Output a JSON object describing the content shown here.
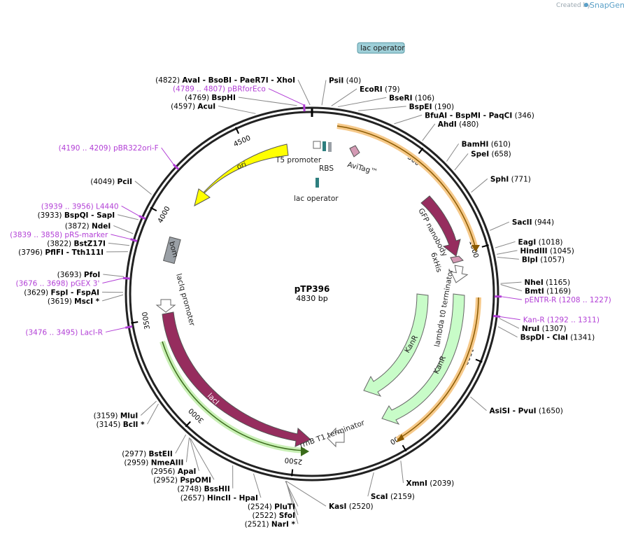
{
  "header": {
    "created_by": "Created by",
    "brand": "SnapGene"
  },
  "plasmid": {
    "name": "pTP396",
    "size_label": "4830 bp",
    "length": 4830
  },
  "colors": {
    "backbone": "#222222",
    "ori": "#ffff00",
    "lacI": "#962d5e",
    "kanR": "#c8fcc8",
    "orange": "#f0a040",
    "primer": "#b23fd6",
    "lac_operator": "#2e7f7f",
    "lac_operator_box": "#9ecfd8",
    "bom": "#999999"
  },
  "ticks": [
    {
      "bp": 500,
      "label": "500"
    },
    {
      "bp": 1000,
      "label": "1000"
    },
    {
      "bp": 1500,
      "label": "1500"
    },
    {
      "bp": 2000,
      "label": "2000"
    },
    {
      "bp": 2500,
      "label": "2500"
    },
    {
      "bp": 3000,
      "label": "3000"
    },
    {
      "bp": 3500,
      "label": "3500"
    },
    {
      "bp": 4000,
      "label": "4000"
    },
    {
      "bp": 4500,
      "label": "4500"
    }
  ],
  "enzymes": [
    {
      "pos": "(4822)",
      "name": "AvaI  - BsoBI  - PaeR7I  - XhoI",
      "bp": 4822,
      "side": "left"
    },
    {
      "pos": "(4769)",
      "name": "BspHI",
      "bp": 4769,
      "side": "left"
    },
    {
      "pos": "(4597)",
      "name": "AcuI",
      "bp": 4597,
      "side": "left"
    },
    {
      "pos": "(40)",
      "name": "PsiI",
      "bp": 40,
      "side": "right"
    },
    {
      "pos": "(79)",
      "name": "EcoRI",
      "bp": 79,
      "side": "right"
    },
    {
      "pos": "(106)",
      "name": "BseRI",
      "bp": 106,
      "side": "right"
    },
    {
      "pos": "(190)",
      "name": "BspEI",
      "bp": 190,
      "side": "right"
    },
    {
      "pos": "(346)",
      "name": "BfuAI  - BspMI  - PaqCI",
      "bp": 346,
      "side": "right"
    },
    {
      "pos": "(480)",
      "name": "AhdI",
      "bp": 480,
      "side": "right"
    },
    {
      "pos": "(610)",
      "name": "BamHI",
      "bp": 610,
      "side": "right"
    },
    {
      "pos": "(658)",
      "name": "SpeI",
      "bp": 658,
      "side": "right"
    },
    {
      "pos": "(771)",
      "name": "SphI",
      "bp": 771,
      "side": "right"
    },
    {
      "pos": "(944)",
      "name": "SacII",
      "bp": 944,
      "side": "right"
    },
    {
      "pos": "(1018)",
      "name": "EagI",
      "bp": 1018,
      "side": "right"
    },
    {
      "pos": "(1045)",
      "name": "HindIII",
      "bp": 1045,
      "side": "right"
    },
    {
      "pos": "(1057)",
      "name": "BlpI",
      "bp": 1057,
      "side": "right"
    },
    {
      "pos": "(1165)",
      "name": "NheI",
      "bp": 1165,
      "side": "right"
    },
    {
      "pos": "(1169)",
      "name": "BmtI",
      "bp": 1169,
      "side": "right"
    },
    {
      "pos": "(1307)",
      "name": "NruI",
      "bp": 1307,
      "side": "right"
    },
    {
      "pos": "(1341)",
      "name": "BspDI  - ClaI",
      "bp": 1341,
      "side": "right"
    },
    {
      "pos": "(1650)",
      "name": "AsiSI  - PvuI",
      "bp": 1650,
      "side": "right"
    },
    {
      "pos": "(2039)",
      "name": "XmnI",
      "bp": 2039,
      "side": "right"
    },
    {
      "pos": "(2159)",
      "name": "ScaI",
      "bp": 2159,
      "side": "right"
    },
    {
      "pos": "(2520)",
      "name": "KasI",
      "bp": 2520,
      "side": "right"
    },
    {
      "pos": "(2521)",
      "name": "NarI *",
      "bp": 2521,
      "side": "left"
    },
    {
      "pos": "(2522)",
      "name": "SfoI",
      "bp": 2522,
      "side": "left"
    },
    {
      "pos": "(2524)",
      "name": "PluTI",
      "bp": 2524,
      "side": "left"
    },
    {
      "pos": "(2657)",
      "name": "HincII  - HpaI",
      "bp": 2657,
      "side": "left"
    },
    {
      "pos": "(2748)",
      "name": "BssHII",
      "bp": 2748,
      "side": "left"
    },
    {
      "pos": "(2952)",
      "name": "PspOMI",
      "bp": 2952,
      "side": "left"
    },
    {
      "pos": "(2956)",
      "name": "ApaI",
      "bp": 2956,
      "side": "left"
    },
    {
      "pos": "(2959)",
      "name": "NmeAIII",
      "bp": 2959,
      "side": "left"
    },
    {
      "pos": "(2977)",
      "name": "BstEII",
      "bp": 2977,
      "side": "left"
    },
    {
      "pos": "(3145)",
      "name": "BclI *",
      "bp": 3145,
      "side": "left"
    },
    {
      "pos": "(3159)",
      "name": "MluI",
      "bp": 3159,
      "side": "left"
    },
    {
      "pos": "(3619)",
      "name": "MscI *",
      "bp": 3619,
      "side": "left"
    },
    {
      "pos": "(3629)",
      "name": "FspI  - FspAI",
      "bp": 3629,
      "side": "left"
    },
    {
      "pos": "(3693)",
      "name": "PfoI",
      "bp": 3693,
      "side": "left"
    },
    {
      "pos": "(3796)",
      "name": "PflFI  - Tth111I",
      "bp": 3796,
      "side": "left"
    },
    {
      "pos": "(3822)",
      "name": "BstZ17I",
      "bp": 3822,
      "side": "left"
    },
    {
      "pos": "(3872)",
      "name": "NdeI",
      "bp": 3872,
      "side": "left"
    },
    {
      "pos": "(3933)",
      "name": "BspQI  - SapI",
      "bp": 3933,
      "side": "left"
    },
    {
      "pos": "(4049)",
      "name": "PciI",
      "bp": 4049,
      "side": "left"
    }
  ],
  "primers": [
    {
      "range": "(4789 .. 4807)",
      "name": "pBRforEco",
      "bp": 4798,
      "side": "left"
    },
    {
      "range": "(4190 .. 4209)",
      "name": "pBR322ori-F",
      "bp": 4200,
      "side": "left"
    },
    {
      "range": "(3939 .. 3956)",
      "name": "L4440",
      "bp": 3948,
      "side": "left"
    },
    {
      "range": "(3839 .. 3858)",
      "name": "pRS-marker",
      "bp": 3848,
      "side": "left"
    },
    {
      "range": "(3676 .. 3698)",
      "name": "pGEX 3'",
      "bp": 3687,
      "side": "left"
    },
    {
      "range": "(3476 .. 3495)",
      "name": "LacI-R",
      "bp": 3485,
      "side": "left"
    },
    {
      "range": "(1208 .. 1227)",
      "name": "pENTR-R",
      "bp": 1218,
      "side": "right"
    },
    {
      "range": "(1292 .. 1311)",
      "name": "Kan-R",
      "bp": 1300,
      "side": "right"
    }
  ],
  "features": {
    "lac_operator_top": "lac operator",
    "lac_operator_inner": "lac operator",
    "t5_promoter": "T5 promoter",
    "rbs": "RBS",
    "avitag": "AviTag™",
    "gfp_nanobody": "GFP nanobody",
    "his_tag": "6xHis",
    "lambda_t0": "lambda t0 terminator",
    "kanR_1": "KanR",
    "kanR_2": "KanR",
    "rrnB_t1": "rrnB T1 terminator",
    "lacI": "lacI",
    "lacIq_promoter": "lacIq promoter",
    "ori": "ori",
    "bom": "bom"
  }
}
